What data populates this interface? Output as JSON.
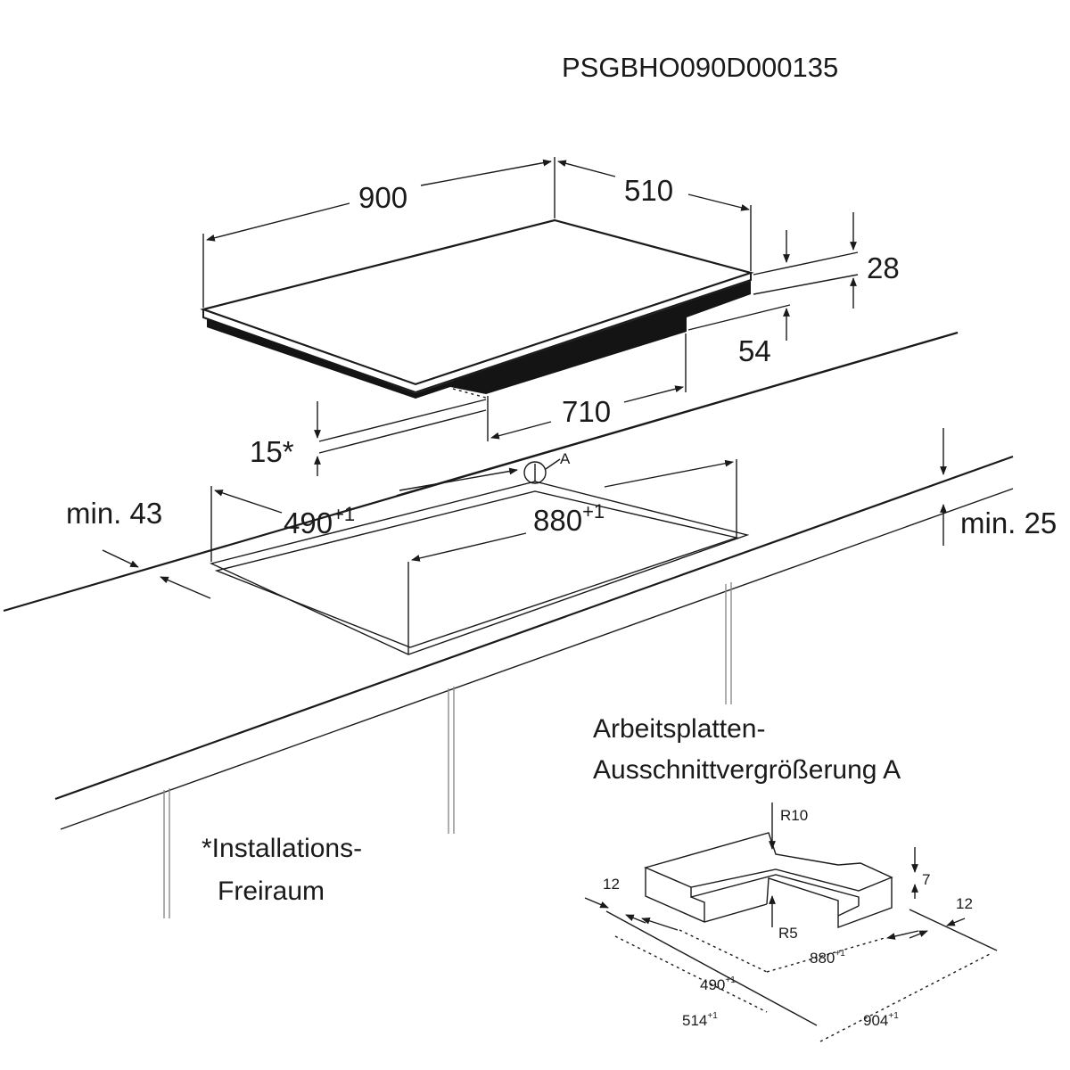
{
  "drawing_code": "PSGBHO090D000135",
  "dimensions": {
    "width": "900",
    "depth": "510",
    "thickness": "28",
    "height": "54",
    "bottom_width": "710",
    "clearance": "15*",
    "min_front": "min. 43",
    "min_side": "min. 25",
    "cutout_depth": "490",
    "cutout_width": "880",
    "tolerance": "+1",
    "marker": "A"
  },
  "detail": {
    "title_line1": "Arbeitsplatten-",
    "title_line2": "Ausschnittvergrößerung A",
    "r_outer": "R10",
    "r_inner": "R5",
    "step": "7",
    "left_offset": "12",
    "right_offset": "12",
    "inner_depth": "490",
    "inner_width": "880",
    "outer_depth": "514",
    "outer_width": "904",
    "tolerance": "+1"
  },
  "footnote": {
    "line1": "*Installations-",
    "line2": "Freiraum"
  }
}
